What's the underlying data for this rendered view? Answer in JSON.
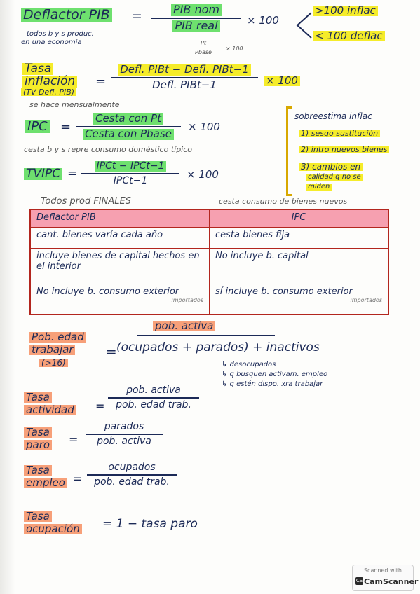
{
  "deflactor": {
    "title": "Deflactor PIB",
    "eq": "=",
    "num": "PIB nom",
    "den": "PIB real",
    "times": "× 100",
    "note1": "todos b y s produc.",
    "note2": "en una economía",
    "small_num": "Pt",
    "small_den": "Pbase",
    "small_times": "× 100",
    "right_top": ">100 inflac",
    "right_bottom": "< 100 deflac"
  },
  "tasa_inflacion": {
    "label1": "Tasa",
    "label2": "inflación",
    "label3": "(TV Defl. PIB)",
    "eq": "=",
    "num": "Defl. PIBt − Defl. PIBt−1",
    "den": "Defl. PIBt−1",
    "times": "× 100",
    "note": "se hace mensualmente"
  },
  "ipc": {
    "label": "IPC",
    "eq": "=",
    "num": "Cesta con Pt",
    "den": "Cesta con Pbase",
    "times": "× 100",
    "note": "cesta b y s repre consumo doméstico típico"
  },
  "tvipc": {
    "label": "TVIPC",
    "eq": "=",
    "num": "IPCt − IPCt−1",
    "den": "IPCt−1",
    "times": "× 100"
  },
  "sobreestima": {
    "title": "sobreestima inflac",
    "item1": "1) sesgo sustitución",
    "item2": "2) intro nuevos bienes",
    "item3a": "3) cambios en",
    "item3b": "calidad q no se",
    "item3c": "miden"
  },
  "table": {
    "above_left": "Todos prod FINALES",
    "above_right": "cesta consumo de bienes nuevos",
    "headers": [
      "Deflactor PIB",
      "IPC"
    ],
    "rows": [
      [
        "cant. bienes varía cada año",
        "cesta bienes fija"
      ],
      [
        "incluye bienes de capital hechos en el interior",
        "No incluye b. capital"
      ],
      [
        "No incluye b. consumo exterior",
        "sí incluye b. consumo exterior"
      ]
    ],
    "sub_left": "importados",
    "sub_right": "importados"
  },
  "pob": {
    "label1": "Pob. edad",
    "label2": "trabajar",
    "label3": "(>16)",
    "top": "pob. activa",
    "eq": "=",
    "formula": "(ocupados + parados) + inactivos",
    "n1": "↳ desocupados",
    "n2": "↳ q busquen activam. empleo",
    "n3": "↳ q estén dispo. xra trabajar"
  },
  "tasa_actividad": {
    "label1": "Tasa",
    "label2": "actividad",
    "eq": "=",
    "num": "pob. activa",
    "den": "pob. edad trab."
  },
  "tasa_paro": {
    "label1": "Tasa",
    "label2": "paro",
    "eq": "=",
    "num": "parados",
    "den": "pob. activa"
  },
  "tasa_empleo": {
    "label1": "Tasa",
    "label2": "empleo",
    "eq": "=",
    "num": "ocupados",
    "den": "pob. edad trab."
  },
  "tasa_ocupacion": {
    "label1": "Tasa",
    "label2": "ocupación",
    "formula": "= 1 − tasa paro"
  },
  "watermark": {
    "line1": "Scanned with",
    "line2": "CamScanner"
  }
}
